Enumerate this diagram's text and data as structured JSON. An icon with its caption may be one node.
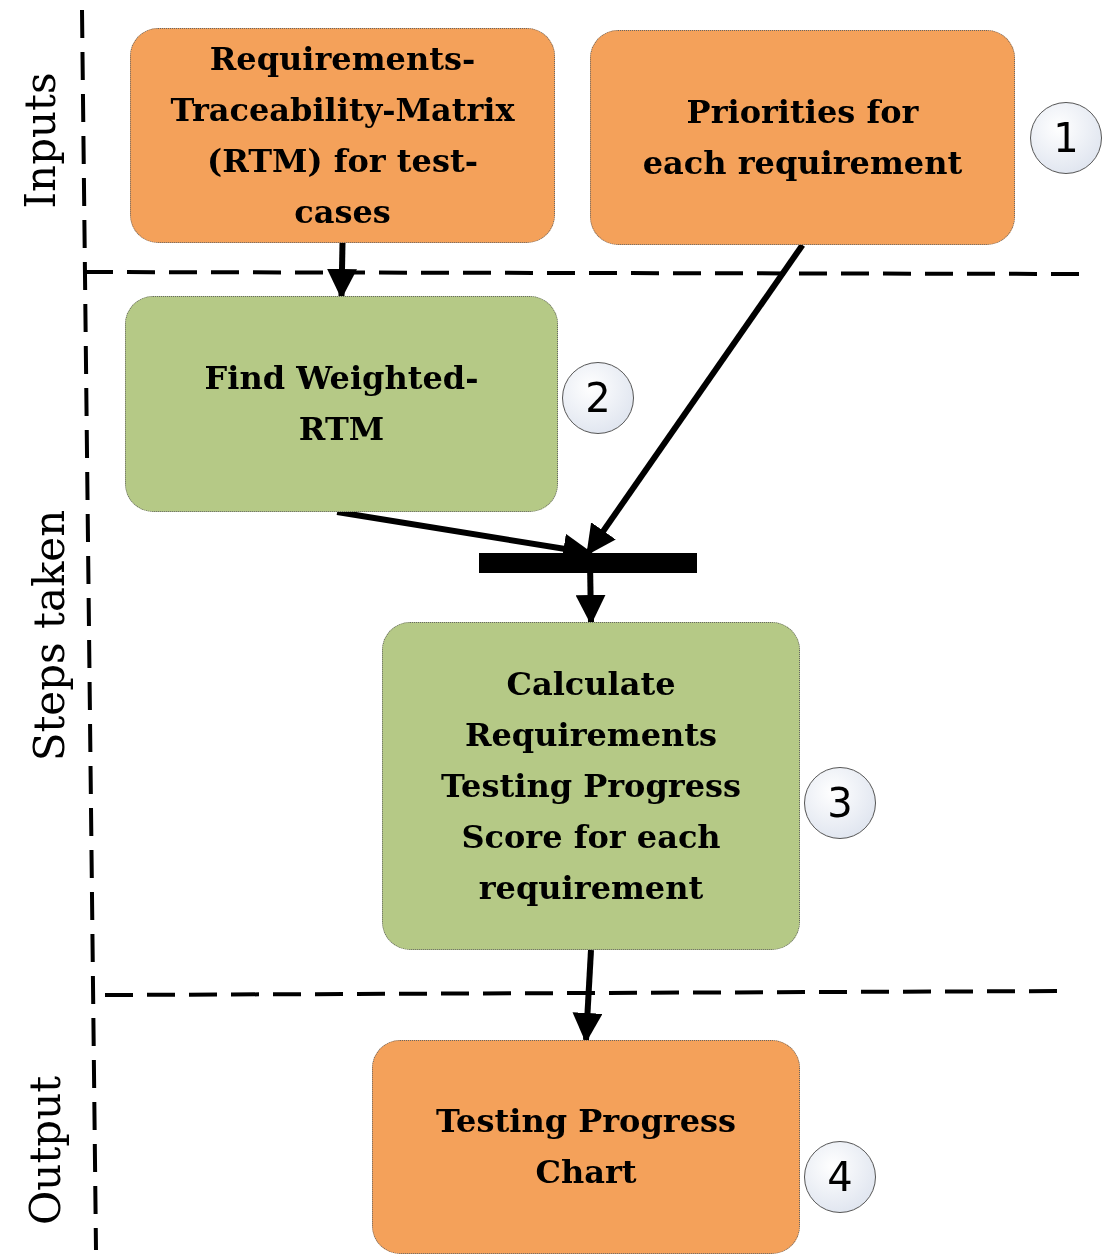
{
  "diagram": {
    "nodes": [
      {
        "text": [
          "Requirements-Traceability-Matrix (RTM) for test-cases"
        ]
      },
      {
        "text": [
          "Priorities for each requirement"
        ],
        "beside": [
          "1"
        ]
      },
      {
        "text": [
          "Find Weighted-RTM"
        ],
        "beside": [
          "2"
        ]
      },
      {
        "text": [],
        "shape": "bar"
      },
      {
        "text": [
          "Calculate Requirements Testing Progress Score for each requirement"
        ],
        "beside": [
          "3"
        ]
      },
      {
        "text": [
          "Testing Progress Chart"
        ],
        "beside": [
          "4"
        ]
      }
    ],
    "edges": [
      {
        "from": 0,
        "to": 2,
        "arrow": "to"
      },
      {
        "from": 1,
        "to": 3,
        "arrow": "to"
      },
      {
        "from": 2,
        "to": 3,
        "arrow": "to"
      },
      {
        "from": 3,
        "to": 4,
        "arrow": "to"
      },
      {
        "from": 4,
        "to": 5,
        "arrow": "to"
      }
    ],
    "labels": [
      "Inputs",
      "Steps taken",
      "Output"
    ]
  }
}
